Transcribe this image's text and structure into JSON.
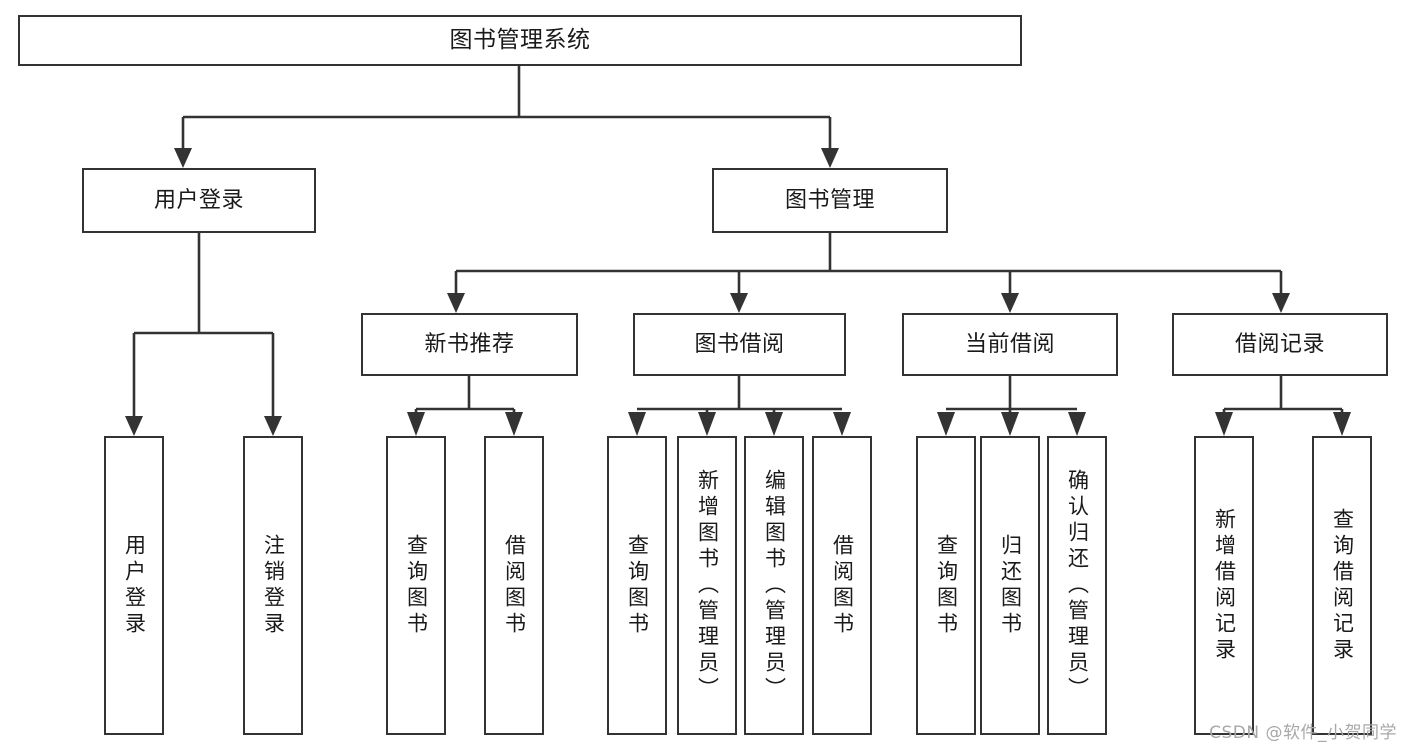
{
  "diagram": {
    "type": "tree-hierarchy-chart",
    "title": "图书管理系统",
    "colors": {
      "stroke": "#333333",
      "box_fill": "#ffffff",
      "text": "#1a1a1a",
      "watermark": "#a8a8a8",
      "background": "#ffffff"
    },
    "root": {
      "label": "图书管理系统"
    },
    "level2": [
      {
        "label": "用户登录"
      },
      {
        "label": "图书管理"
      }
    ],
    "level3": [
      {
        "label": "新书推荐"
      },
      {
        "label": "图书借阅"
      },
      {
        "label": "当前借阅"
      },
      {
        "label": "借阅记录"
      }
    ],
    "leaves": {
      "user_login": [
        {
          "label": "用户登录"
        },
        {
          "label": "注销登录"
        }
      ],
      "new_book_recommend": [
        {
          "label": "查询图书"
        },
        {
          "label": "借阅图书"
        }
      ],
      "book_borrow": [
        {
          "label": "查询图书"
        },
        {
          "label": "新增图书（管理员）"
        },
        {
          "label": "编辑图书（管理员）"
        },
        {
          "label": "借阅图书"
        }
      ],
      "current_borrow": [
        {
          "label": "查询图书"
        },
        {
          "label": "归还图书"
        },
        {
          "label": "确认归还（管理员）"
        }
      ],
      "borrow_record": [
        {
          "label": "新增借阅记录"
        },
        {
          "label": "查询借阅记录"
        }
      ]
    }
  },
  "watermark": {
    "text": "CSDN @软件_小贺同学"
  }
}
